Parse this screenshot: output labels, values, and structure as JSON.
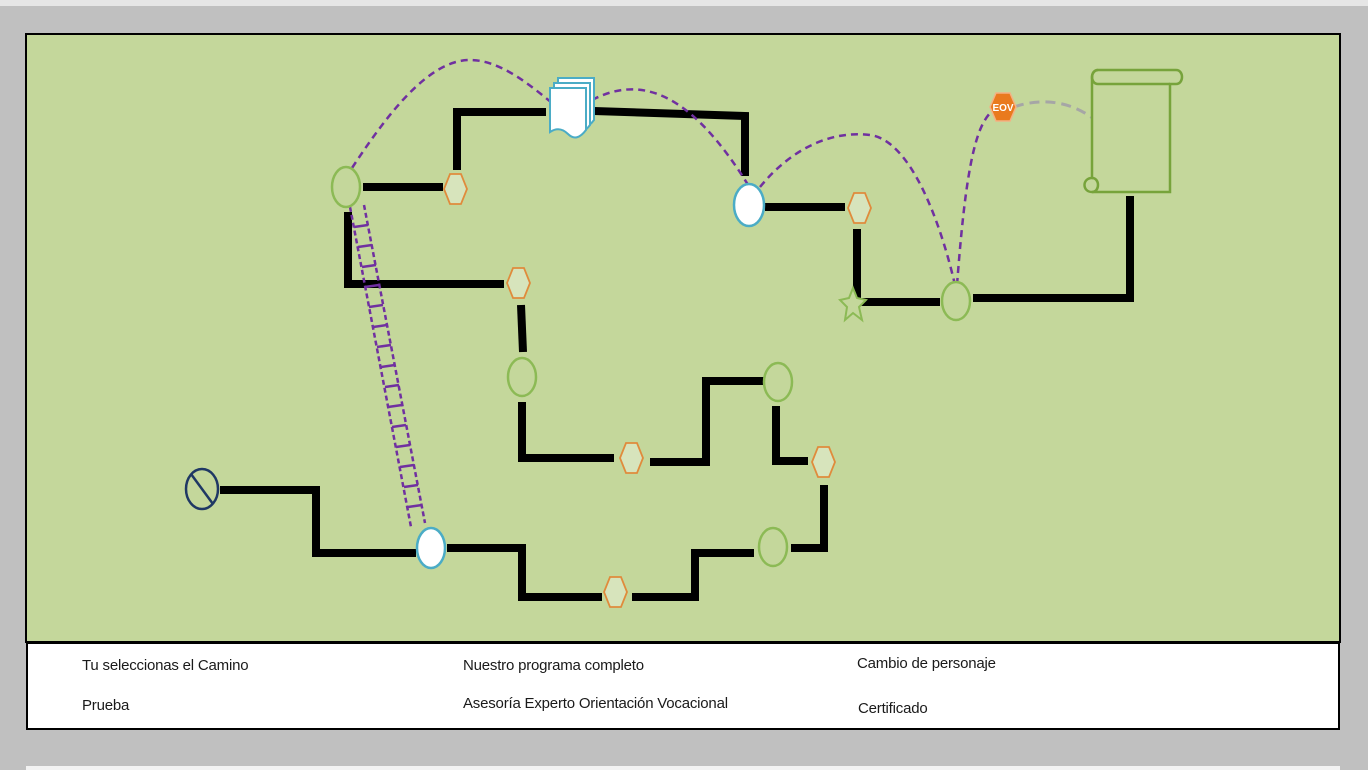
{
  "eov_label": "EOV",
  "legend": {
    "path_label": "Tu seleccionas el Camino",
    "program_label": "Nuestro programa completo",
    "character_label": "Cambio de personaje",
    "test_label": "Prueba",
    "advisor_label": "Asesoría Experto Orientación Vocacional",
    "certificate_label": "Certificado"
  },
  "colors": {
    "background": "#c4d79b",
    "path": "#7030a0",
    "test": "#4bacc6",
    "green": "#77a33b",
    "hex_fill": "#d7e4bc",
    "hex_stroke": "#e08b3c",
    "eov": "#e97a1e",
    "start": "#1f3864"
  },
  "icons": [
    "dashed-path-icon",
    "program-bar-icon",
    "star-icon",
    "test-circle-icon",
    "hexagon-icon",
    "scroll-icon",
    "document-stack-icon",
    "prohibited-icon"
  ]
}
